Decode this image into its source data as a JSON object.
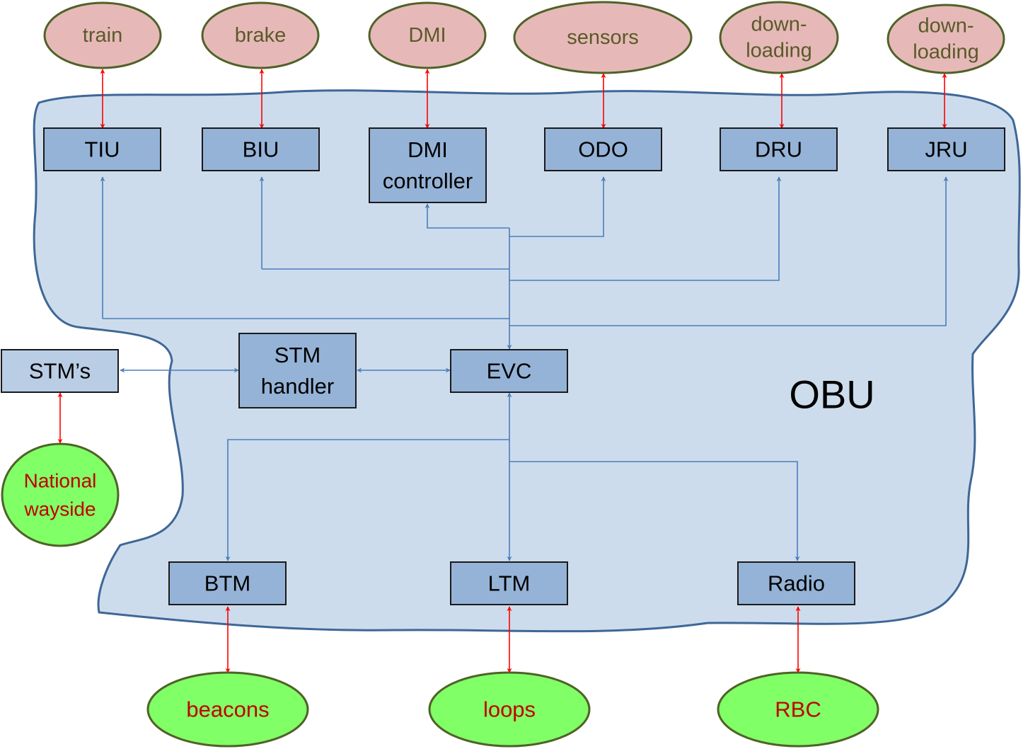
{
  "region": {
    "label": "OBU",
    "fill": "#cddcec",
    "stroke": "#3e6796"
  },
  "colors": {
    "box_fill": "#95b3d7",
    "box_stroke": "#1a1a1a",
    "box_text": "#000000",
    "pink_fill": "#e6b9b8",
    "pink_stroke": "#4f6228",
    "pink_text": "#5a5a28",
    "green_fill": "#80ff66",
    "green_stroke": "#4f6228",
    "green_text": "#c00000",
    "red_arrow": "#ff0000",
    "blue_arrow": "#4a7ebb",
    "stm_box_fill": "#b9cde5"
  },
  "external_top": [
    {
      "id": "train",
      "lines": [
        "train"
      ]
    },
    {
      "id": "brake",
      "lines": [
        "brake"
      ]
    },
    {
      "id": "dmi",
      "lines": [
        "DMI"
      ]
    },
    {
      "id": "sensors",
      "lines": [
        "sensors"
      ]
    },
    {
      "id": "downloading-1",
      "lines": [
        "down-",
        "loading"
      ]
    },
    {
      "id": "downloading-2",
      "lines": [
        "down-",
        "loading"
      ]
    }
  ],
  "modules_top": [
    {
      "id": "tiu",
      "lines": [
        "TIU"
      ]
    },
    {
      "id": "biu",
      "lines": [
        "BIU"
      ]
    },
    {
      "id": "dmi-controller",
      "lines": [
        "DMI",
        "controller"
      ]
    },
    {
      "id": "odo",
      "lines": [
        "ODO"
      ]
    },
    {
      "id": "dru",
      "lines": [
        "DRU"
      ]
    },
    {
      "id": "jru",
      "lines": [
        "JRU"
      ]
    }
  ],
  "modules_middle": [
    {
      "id": "stms",
      "lines": [
        "STM’s"
      ]
    },
    {
      "id": "stm-handler",
      "lines": [
        "STM",
        "handler"
      ]
    },
    {
      "id": "evc",
      "lines": [
        "EVC"
      ]
    }
  ],
  "modules_bottom": [
    {
      "id": "btm",
      "lines": [
        "BTM"
      ]
    },
    {
      "id": "ltm",
      "lines": [
        "LTM"
      ]
    },
    {
      "id": "radio",
      "lines": [
        "Radio"
      ]
    }
  ],
  "external_green": [
    {
      "id": "national-wayside",
      "lines": [
        "National",
        "wayside"
      ]
    },
    {
      "id": "beacons",
      "lines": [
        "beacons"
      ]
    },
    {
      "id": "loops",
      "lines": [
        "loops"
      ]
    },
    {
      "id": "rbc",
      "lines": [
        "RBC"
      ]
    }
  ]
}
